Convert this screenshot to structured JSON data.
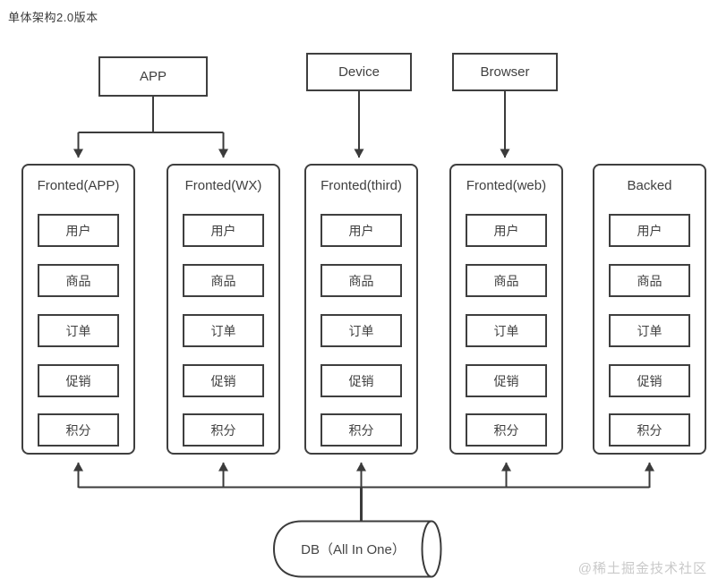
{
  "title": "单体架构2.0版本",
  "watermark": "@稀土掘金技术社区",
  "top_nodes": [
    {
      "id": "app",
      "label": "APP"
    },
    {
      "id": "device",
      "label": "Device"
    },
    {
      "id": "browser",
      "label": "Browser"
    }
  ],
  "columns": [
    {
      "title": "Fronted(APP)",
      "modules": [
        "用户",
        "商品",
        "订单",
        "促销",
        "积分"
      ]
    },
    {
      "title": "Fronted(WX)",
      "modules": [
        "用户",
        "商品",
        "订单",
        "促销",
        "积分"
      ]
    },
    {
      "title": "Fronted(third)",
      "modules": [
        "用户",
        "商品",
        "订单",
        "促销",
        "积分"
      ]
    },
    {
      "title": "Fronted(web)",
      "modules": [
        "用户",
        "商品",
        "订单",
        "促销",
        "积分"
      ]
    },
    {
      "title": "Backed",
      "modules": [
        "用户",
        "商品",
        "订单",
        "促销",
        "积分"
      ]
    }
  ],
  "database": {
    "label": "DB（All In One）"
  },
  "colors": {
    "line": "#3b3b3b",
    "box_border": "#3f3f3f",
    "text": "#404040",
    "watermark": "#c9c9c9",
    "background": "#ffffff"
  }
}
